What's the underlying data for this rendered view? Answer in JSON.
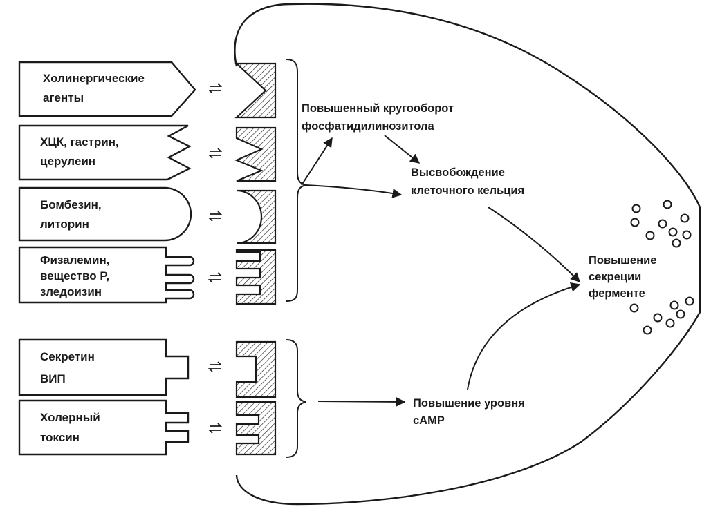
{
  "agents": [
    {
      "id": "cholinergic",
      "lines": [
        "Холинергические",
        "агенты"
      ]
    },
    {
      "id": "cck",
      "lines": [
        "ХЦК, гастрин,",
        "церулеин"
      ]
    },
    {
      "id": "bombesin",
      "lines": [
        "Бомбезин,",
        "литорин"
      ]
    },
    {
      "id": "physalaemin",
      "lines": [
        "Физалемин,",
        "вещество Р,",
        "зледоизин"
      ]
    },
    {
      "id": "secretin",
      "lines": [
        "Секретин",
        "ВИП"
      ]
    },
    {
      "id": "cholera",
      "lines": [
        "Холерный",
        "токсин"
      ]
    }
  ],
  "processes": {
    "pi_turnover": [
      "Повышенный кругооборот",
      "фосфатидилинозитола"
    ],
    "calcium_release": [
      "Высвобождение",
      "клеточного кельция"
    ],
    "camp_rise": [
      "Повышение уровня",
      "сАМР"
    ],
    "enzyme_secretion": [
      "Повышение",
      "секреции",
      "ферменте"
    ]
  },
  "equilibrium_symbol": "⇌"
}
